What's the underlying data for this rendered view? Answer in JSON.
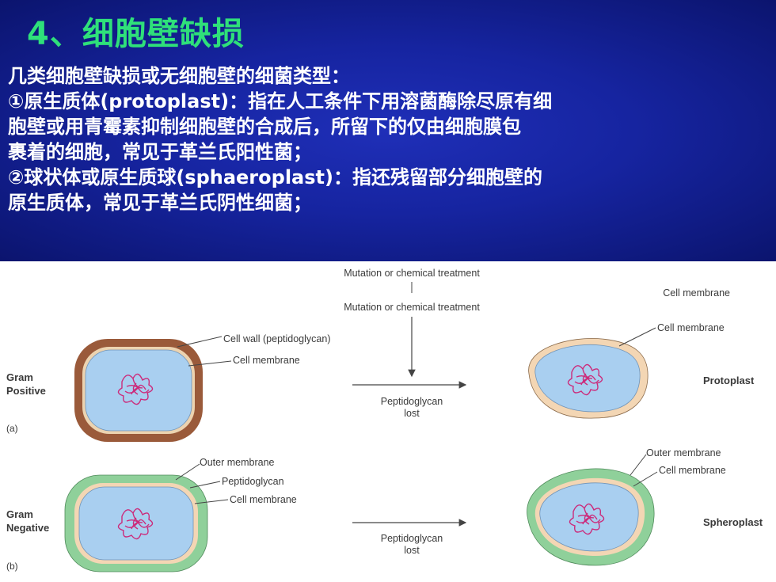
{
  "slide": {
    "title": "4、细胞壁缺损",
    "lines": [
      "几类细胞壁缺损或无细胞壁的细菌类型：",
      " ①原生质体(protoplast)：指在人工条件下用溶菌酶除尽原有细",
      "胞壁或用青霉素抑制细胞壁的合成后，所留下的仅由细胞膜包",
      "裹着的细胞，常见于革兰氏阳性菌；",
      "②球状体或原生质球(sphaeroplast)：指还残留部分细胞壁的",
      "原生质体，常见于革兰氏阴性细菌；"
    ]
  },
  "figure": {
    "top_caption": "Mutation or chemical treatment",
    "top_right_label": "Cell membrane",
    "mutation_label": "Mutation or chemical treatment",
    "panel_a": {
      "side_label_1": "Gram",
      "side_label_2": "Positive",
      "tag": "(a)",
      "cell_wall_label": "Cell wall (peptidoglycan)",
      "cell_membrane_label": "Cell membrane",
      "arrow_label_1": "Peptidoglycan",
      "arrow_label_2": "lost",
      "result_membrane_label": "Cell membrane",
      "result_name": "Protoplast"
    },
    "panel_b": {
      "side_label_1": "Gram",
      "side_label_2": "Negative",
      "tag": "(b)",
      "outer_membrane_label": "Outer membrane",
      "peptidoglycan_label": "Peptidoglycan",
      "cell_membrane_label": "Cell membrane",
      "arrow_label_1": "Peptidoglycan",
      "arrow_label_2": "lost",
      "result_outer_label": "Outer membrane",
      "result_membrane_label": "Cell membrane",
      "result_name": "Spheroplast"
    },
    "colors": {
      "cell_wall": "#9a5a3a",
      "outer_membrane": "#8fd09a",
      "peptidoglycan": "#f3d6b4",
      "cytoplasm": "#a9cff0",
      "dna": "#cc2a7a"
    }
  }
}
